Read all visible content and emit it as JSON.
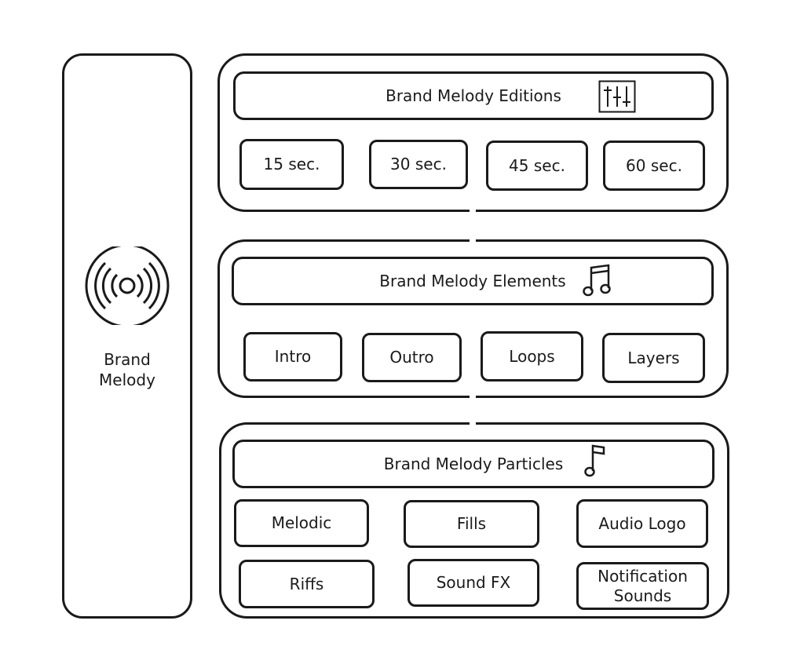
{
  "sidebar": {
    "label_line1": "Brand",
    "label_line2": "Melody",
    "icon": "vinyl-record-icon"
  },
  "editions": {
    "title": "Brand Melody Editions",
    "icon": "mixer-sliders-icon",
    "items": [
      "15 sec.",
      "30 sec.",
      "45 sec.",
      "60 sec."
    ]
  },
  "elements": {
    "title": "Brand Melody Elements",
    "icon": "music-notes-icon",
    "items": [
      "Intro",
      "Outro",
      "Loops",
      "Layers"
    ]
  },
  "particles": {
    "title": "Brand Melody Particles",
    "icon": "music-note-icon",
    "items": [
      "Melodic",
      "Fills",
      "Audio Logo",
      "Riffs",
      "Sound FX",
      "Notification",
      "Sounds"
    ]
  }
}
